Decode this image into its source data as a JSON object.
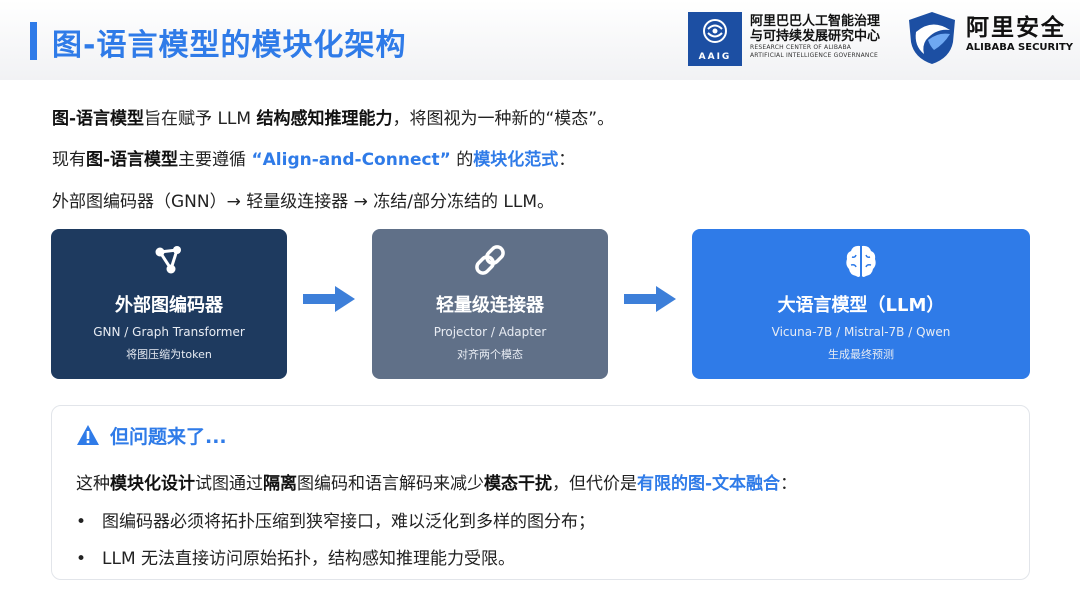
{
  "header": {
    "title": "图-语言模型的模块化架构",
    "logos": {
      "aaig_abbr": "AAIG",
      "aaig_cn_line1": "阿里巴巴人工智能治理",
      "aaig_cn_line2": "与可持续发展研究中心",
      "aaig_en_line1": "RESEARCH CENTER OF ALIBABA",
      "aaig_en_line2": "ARTIFICIAL INTELLIGENCE GOVERNANCE",
      "security_cn": "阿里安全",
      "security_en": "ALIBABA SECURITY"
    }
  },
  "intro": {
    "line1": {
      "bold1": "图-语言模型",
      "t1": "旨在赋予 LLM ",
      "bold2": "结构感知推理能力",
      "t2": "，将图视为一种新的“模态”。"
    },
    "line2": {
      "t1": "现有",
      "bold1": "图-语言模型",
      "t2": "主要遵循 ",
      "blue1": "“Align-and-Connect”",
      "t3": " 的",
      "blue2": "模块化范式",
      "t4": "："
    },
    "line3": "外部图编码器（GNN）→ 轻量级连接器 → 冻结/部分冻结的 LLM。"
  },
  "cards": [
    {
      "icon": "graph-node-icon",
      "title": "外部图编码器",
      "subtitle": "GNN / Graph Transformer",
      "desc": "将图压缩为token",
      "color": "#1e3a5f"
    },
    {
      "icon": "link-icon",
      "title": "轻量级连接器",
      "subtitle": "Projector / Adapter",
      "desc": "对齐两个模态",
      "color": "#607088"
    },
    {
      "icon": "brain-icon",
      "title": "大语言模型（LLM）",
      "subtitle": "Vicuna-7B / Mistral-7B / Qwen",
      "desc": "生成最终预测",
      "color": "#2f7be8"
    }
  ],
  "problem": {
    "title": "但问题来了...",
    "line": {
      "t1": "这种",
      "bold1": "模块化设计",
      "t2": "试图通过",
      "bold2": "隔离",
      "t3": "图编码和语言解码来减少",
      "bold3": "模态干扰",
      "t4": "，但代价是",
      "blue1": "有限的图-文本融合",
      "t5": "："
    },
    "bullets": [
      "图编码器必须将拓扑压缩到狭窄接口，难以泛化到多样的图分布；",
      "LLM 无法直接访问原始拓扑，结构感知推理能力受限。"
    ],
    "bullet_char": "•"
  },
  "colors": {
    "accent": "#2f7be8",
    "dark_navy": "#1e3a5f",
    "slate": "#607088"
  }
}
